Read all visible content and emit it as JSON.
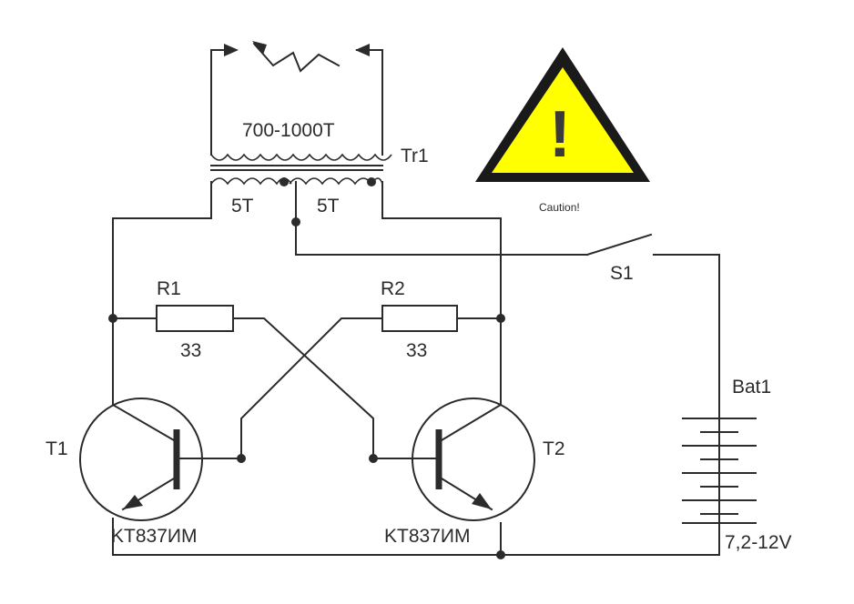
{
  "labels": {
    "primary_turns": "700-1000T",
    "transformer": "Tr1",
    "left_winding": "5T",
    "right_winding": "5T",
    "r1_name": "R1",
    "r1_value": "33",
    "r2_name": "R2",
    "r2_value": "33",
    "switch": "S1",
    "battery": "Bat1",
    "battery_voltage": "7,2-12V",
    "t1_name": "T1",
    "t1_part": "KT837ИМ",
    "t2_name": "T2",
    "t2_part": "KT837ИМ"
  },
  "warning": {
    "symbol": "!",
    "caption": "Caution!",
    "color": "#ffff00"
  }
}
